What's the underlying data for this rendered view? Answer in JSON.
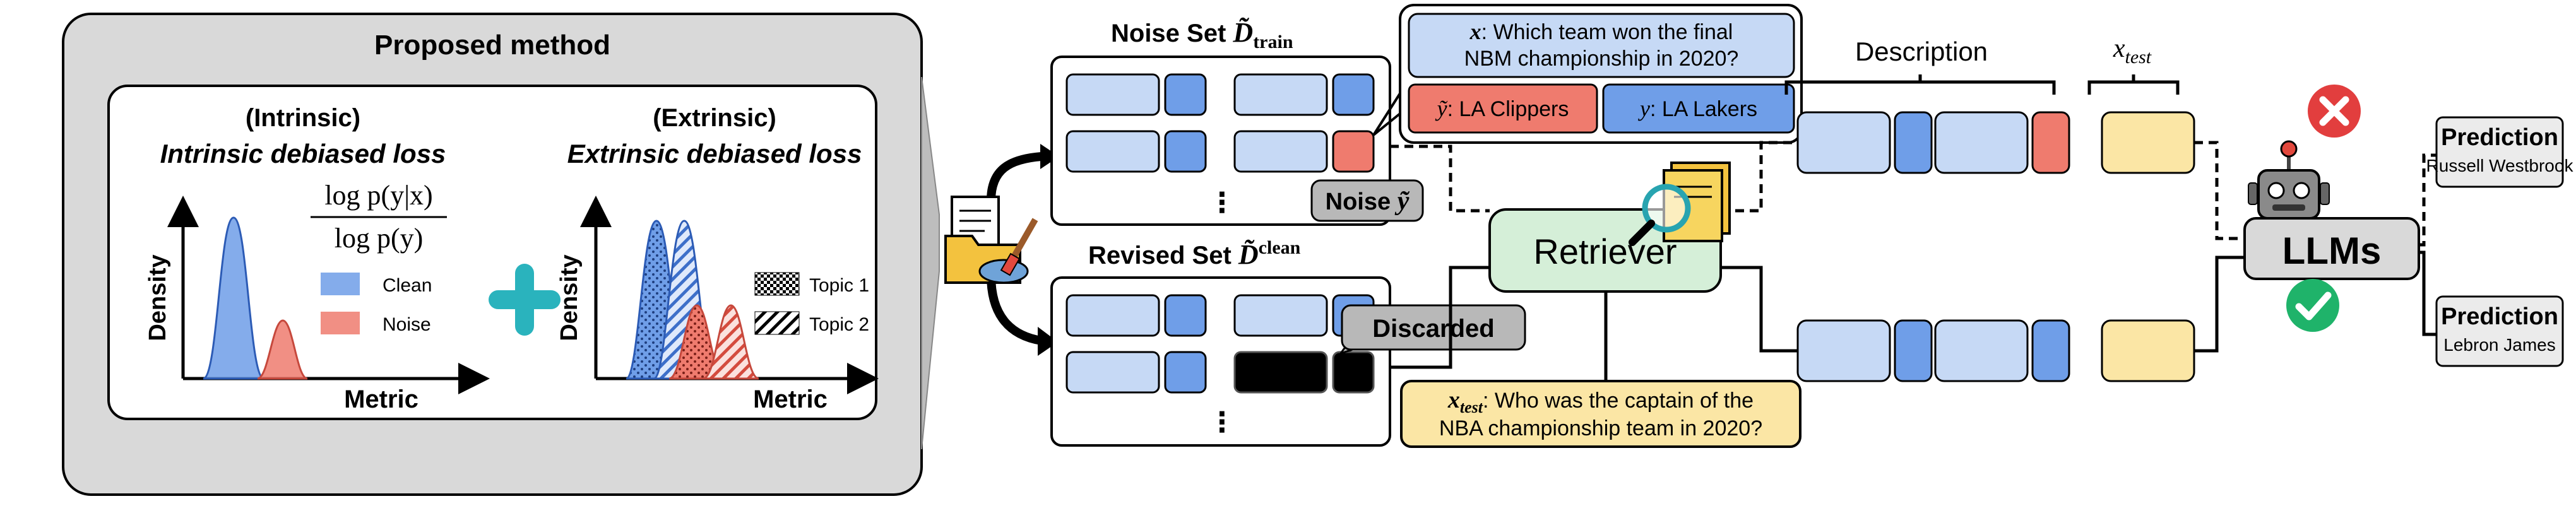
{
  "proposed": {
    "title": "Proposed method",
    "intrinsic_tag": "(Intrinsic)",
    "intrinsic_title": "Intrinsic debiased loss",
    "extrinsic_tag": "(Extrinsic)",
    "extrinsic_title": "Extrinsic debiased loss",
    "formula_num": "log p(y|x)",
    "formula_den": "log p(y)",
    "legend_clean": "Clean",
    "legend_noise": "Noise",
    "legend_topic1": "Topic 1",
    "legend_topic2": "Topic 2",
    "ylabel": "Density",
    "xlabel": "Metric",
    "plus": "+"
  },
  "noise_set": {
    "title_pre": "Noise Set ",
    "symbol": "D̃",
    "subscript": "train",
    "dots": "⋮"
  },
  "revised_set": {
    "title_pre": "Revised Set ",
    "symbol": "D̃",
    "superscript": "clean",
    "dots": "⋮"
  },
  "question_box": {
    "var": "x",
    "line1": ": Which team won the final",
    "line2": "NBM championship in 2020?"
  },
  "noisy_label": {
    "var": "ỹ",
    "text": ": LA Clippers"
  },
  "clean_label": {
    "var": "y",
    "text": ": LA Lakers"
  },
  "noise_tag": {
    "text": "Noise ",
    "var": "ỹ"
  },
  "discarded": "Discarded",
  "retriever": "Retriever",
  "test_query": {
    "var": "x",
    "sub": "test",
    "line1": ": Who was the captain of the",
    "line2": "NBA championship team in 2020?"
  },
  "description_label": "Description",
  "xtest_label": {
    "var": "x",
    "sub": "test"
  },
  "llm_label": "LLMs",
  "prediction_bad": {
    "title": "Prediction",
    "value": "Russell Westbrook"
  },
  "prediction_good": {
    "title": "Prediction",
    "value": "Lebron James"
  },
  "colors": {
    "clean_light": "#c6d9f5",
    "clean_dark": "#6f9ee8",
    "noise_red": "#ef7b6e",
    "test_yellow": "#fbe6a5",
    "retriever_green": "#d5efd8",
    "panel_gray": "#d9d9d9",
    "gray_tag": "#b8b8b8"
  }
}
